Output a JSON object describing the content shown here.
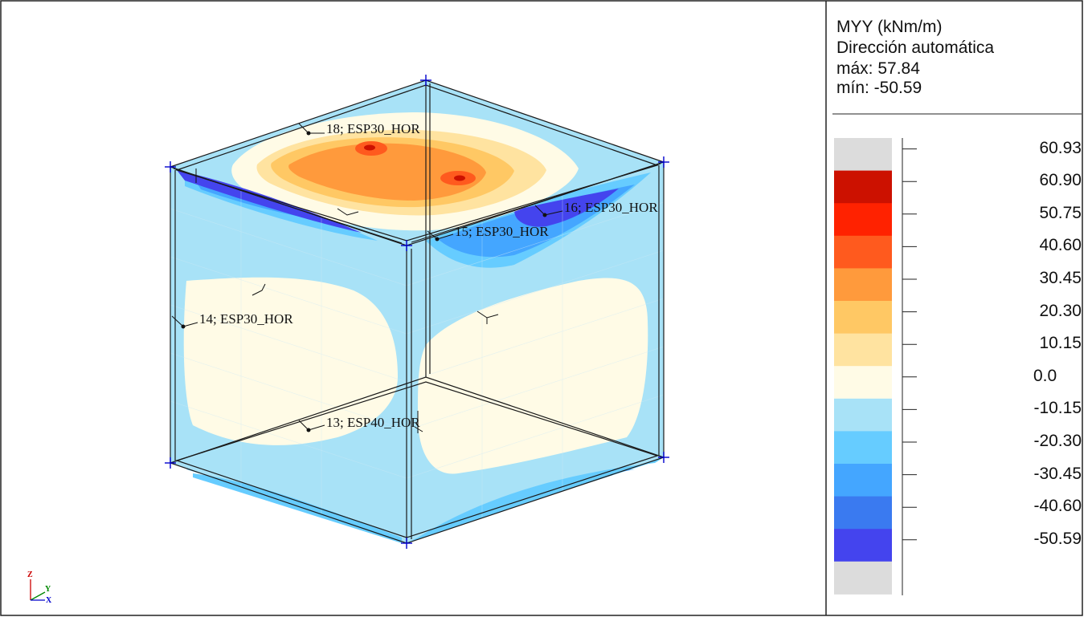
{
  "legend": {
    "title_line1": "MYY (kNm/m)",
    "title_line2": "Dirección automática",
    "max_text": "máx: 57.84",
    "min_text": "mín: -50.59",
    "bands": [
      {
        "color": "#dcdcdc",
        "label": "60.93"
      },
      {
        "color": "#cc1100",
        "label": "60.90"
      },
      {
        "color": "#ff2200",
        "label": "50.75"
      },
      {
        "color": "#ff5a1e",
        "label": "40.60"
      },
      {
        "color": "#ff9a3c",
        "label": "30.45"
      },
      {
        "color": "#ffc864",
        "label": "20.30"
      },
      {
        "color": "#ffe3a0",
        "label": "10.15"
      },
      {
        "color": "#fffbe6",
        "label": "0.0"
      },
      {
        "color": "#a8e2f7",
        "label": "-10.15"
      },
      {
        "color": "#66ccff",
        "label": "-20.30"
      },
      {
        "color": "#44a6ff",
        "label": "-30.45"
      },
      {
        "color": "#3a7af0",
        "label": "-40.60"
      },
      {
        "color": "#4444ee",
        "label": "-50.59"
      },
      {
        "color": "#dcdcdc",
        "label": ""
      }
    ]
  },
  "plates": [
    {
      "id": "plate-18",
      "text": "18; ESP30_HOR"
    },
    {
      "id": "plate-16",
      "text": "16; ESP30_HOR"
    },
    {
      "id": "plate-15",
      "text": "15; ESP30_HOR"
    },
    {
      "id": "plate-14",
      "text": "14; ESP30_HOR"
    },
    {
      "id": "plate-13",
      "text": "13; ESP40_HOR"
    }
  ],
  "axes": {
    "z": "Z",
    "y": "Y",
    "x": "X"
  },
  "colors": {
    "face_base": "#a8e2f7",
    "mid_blue": "#66ccff",
    "strong_blue": "#44a6ff",
    "deep_blue": "#4444ee",
    "cream": "#fffbe6",
    "light_orange": "#ffe3a0",
    "orange": "#ffc864",
    "dark_orange": "#ff9a3c",
    "red": "#ff5a1e",
    "node_blue": "#0000cc",
    "axis_z": "#cc0000",
    "axis_y": "#008800",
    "axis_x": "#0000cc"
  }
}
